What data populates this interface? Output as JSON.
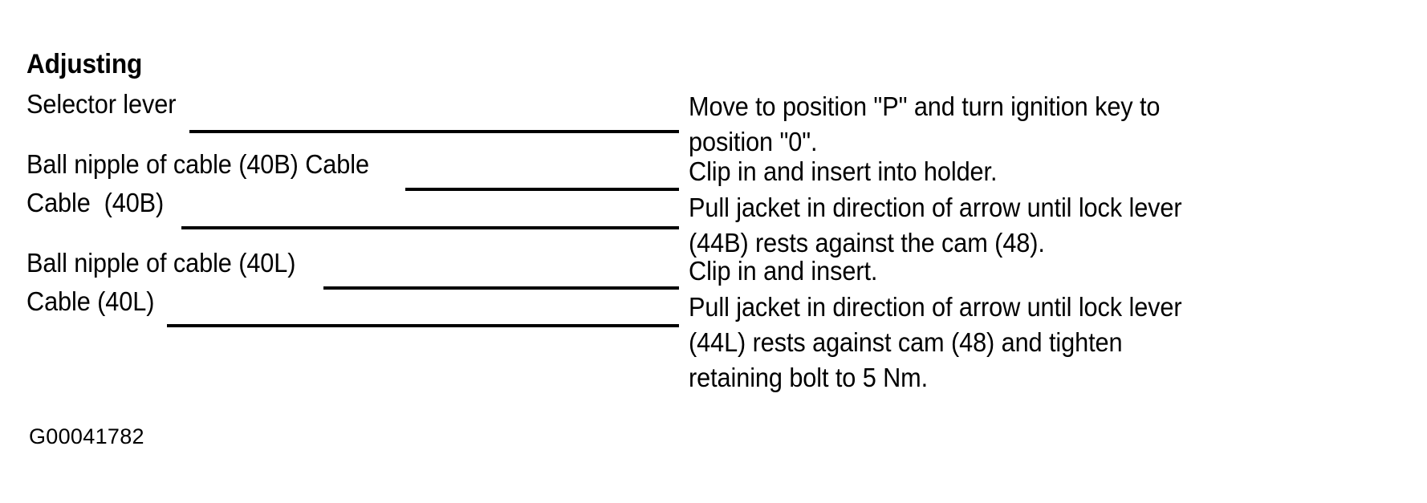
{
  "document": {
    "heading": "Adjusting",
    "figure_code": "G00041782",
    "rows": [
      {
        "label": "Selector lever",
        "instruction": "Move to position \"P\" and turn ignition key to\nposition \"0\"."
      },
      {
        "label": "Ball nipple of cable (40B) Cable",
        "instruction": "Clip in and insert into holder."
      },
      {
        "label": "Cable  (40B)",
        "instruction": "Pull jacket in direction of arrow until lock lever\n(44B) rests against the cam (48)."
      },
      {
        "label": "Ball nipple of cable (40L)",
        "instruction": "Clip in and insert."
      },
      {
        "label": "Cable (40L)",
        "instruction": "Pull jacket in direction of arrow until lock lever\n(44L) rests against cam (48) and tighten\nretaining bolt to 5 Nm."
      }
    ]
  },
  "colors": {
    "ink": "#000000",
    "paper": "#ffffff"
  }
}
